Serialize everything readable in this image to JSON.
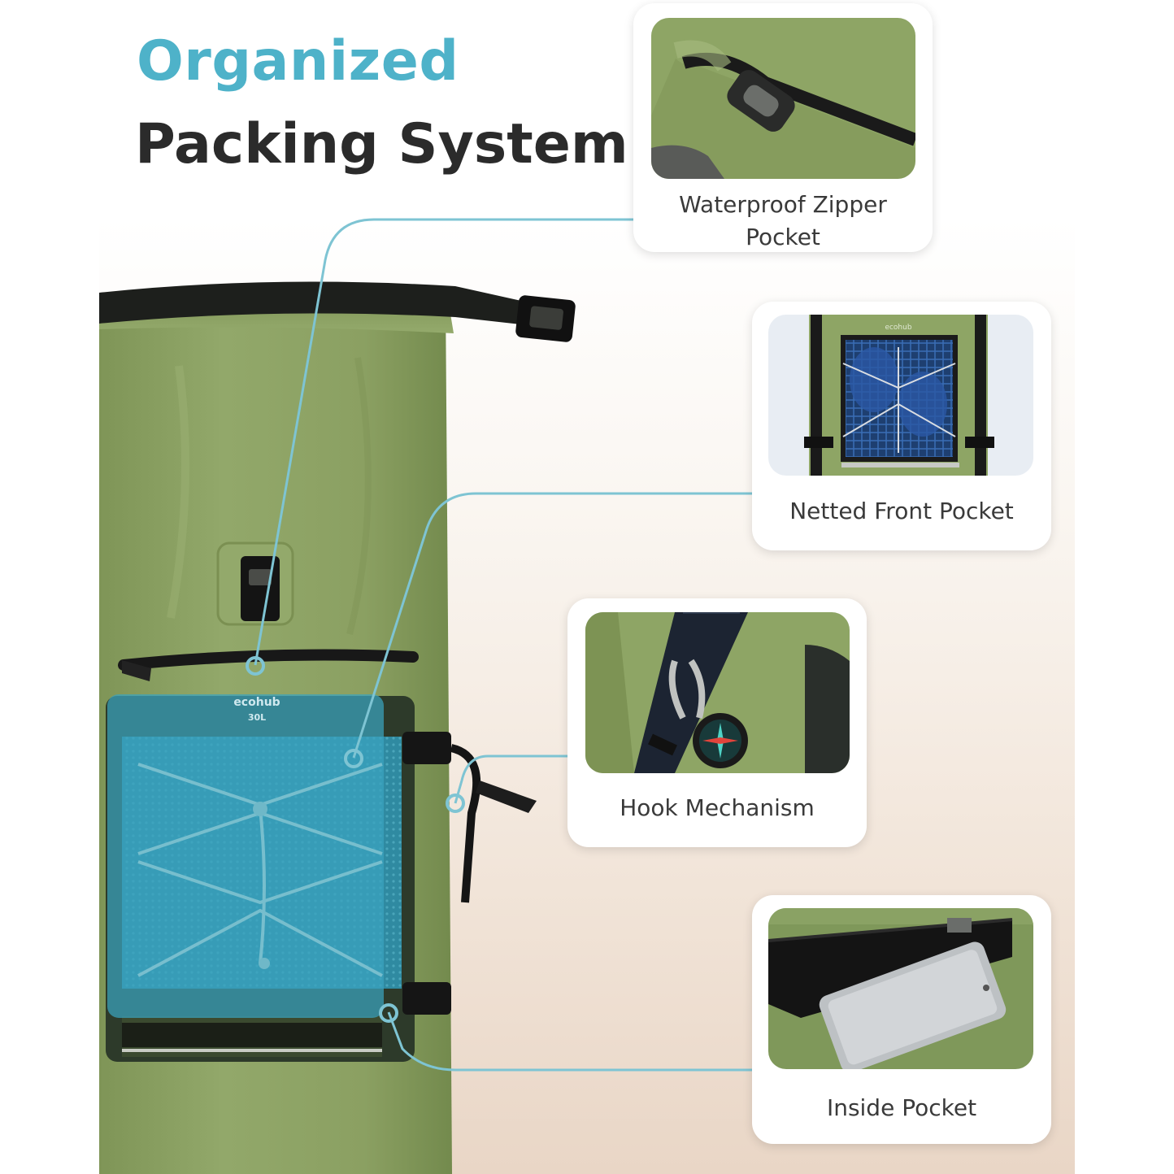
{
  "heading": {
    "line1": "Organized",
    "line2": "Packing System"
  },
  "colors": {
    "accent": "#4eb2c9",
    "heading_dark": "#2b2b2b",
    "bag_green": "#8fa464",
    "connector": "#7ec4d3",
    "highlight": "#3aa3bf"
  },
  "product": {
    "brand": "ecohub",
    "capacity": "30L"
  },
  "features": [
    {
      "label": "Waterproof Zipper\nPocket"
    },
    {
      "label": "Netted Front Pocket"
    },
    {
      "label": "Hook Mechanism"
    },
    {
      "label": "Inside Pocket"
    }
  ]
}
